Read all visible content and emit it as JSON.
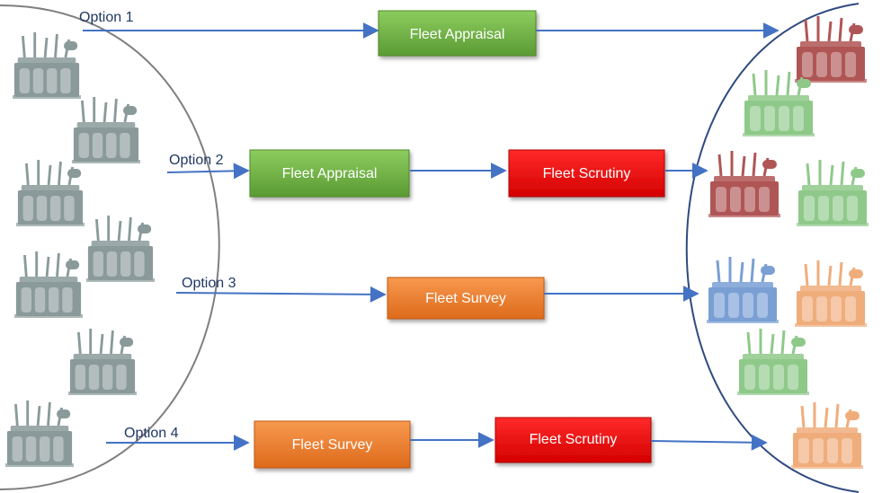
{
  "colors": {
    "arrow": "#4472c4",
    "left_border": "#7f7f7f",
    "right_border": "#2f4a80",
    "label": "#1f3864",
    "appraisal": "#70ad47",
    "scrutiny": "#ff0000",
    "survey": "#ed7d31",
    "transformer_grey": "#8a9a9a",
    "transformer_red": "#b05555",
    "transformer_green": "#8fc98a",
    "transformer_blue": "#7a9fd4",
    "transformer_orange": "#f0ad7c"
  },
  "icons": {
    "transformer": "power-transformer-icon"
  },
  "options": [
    {
      "label": "Option 1",
      "steps": [
        "Fleet Appraisal"
      ]
    },
    {
      "label": "Option 2",
      "steps": [
        "Fleet Appraisal",
        "Fleet Scrutiny"
      ]
    },
    {
      "label": "Option 3",
      "steps": [
        "Fleet Survey"
      ]
    },
    {
      "label": "Option 4",
      "steps": [
        "Fleet Survey",
        "Fleet Scrutiny"
      ]
    }
  ]
}
